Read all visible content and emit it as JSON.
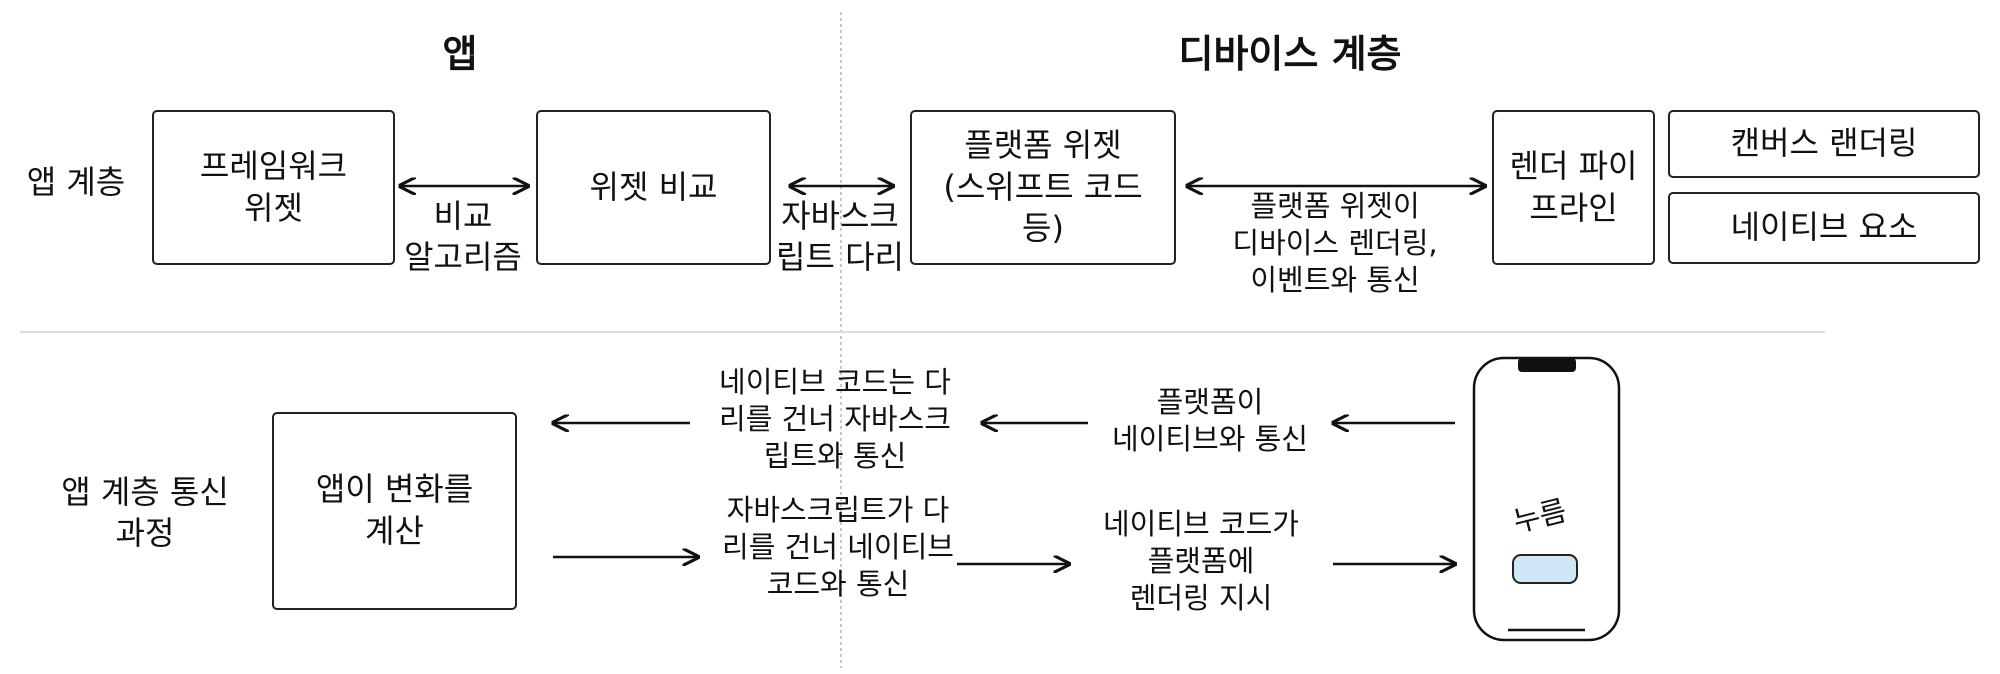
{
  "headers": {
    "app": "앱",
    "device_layer": "디바이스 계층"
  },
  "rows": {
    "app_layer": "앱 계층",
    "app_comm": "앱 계층 통신\n과정"
  },
  "top_row": {
    "framework_widget": "프레임워크\n위젯",
    "compare_algorithm": "비교\n알고리즘",
    "widget_compare": "위젯 비교",
    "js_bridge": "자바스크\n립트 다리",
    "platform_widget": "플랫폼 위젯\n(스위프트 코드\n등)",
    "platform_comm": "플랫폼 위젯이\n디바이스 렌더링,\n이벤트와 통신",
    "render_pipeline": "렌더 파이\n프라인",
    "canvas_rendering": "캔버스 랜더링",
    "native_element": "네이티브 요소"
  },
  "bottom_row": {
    "app_compute": "앱이 변화를\n계산",
    "native_to_js": "네이티브 코드는 다\n리를 건너 자바스크\n립트와 통신",
    "platform_to_native": "플랫폼이\n네이티브와 통신",
    "js_to_native": "자바스크립트가 다\n리를 건너 네이티브\n코드와 통신",
    "native_to_platform": "네이티브 코드가\n플랫폼에\n렌더링 지시",
    "press_label": "누름"
  }
}
